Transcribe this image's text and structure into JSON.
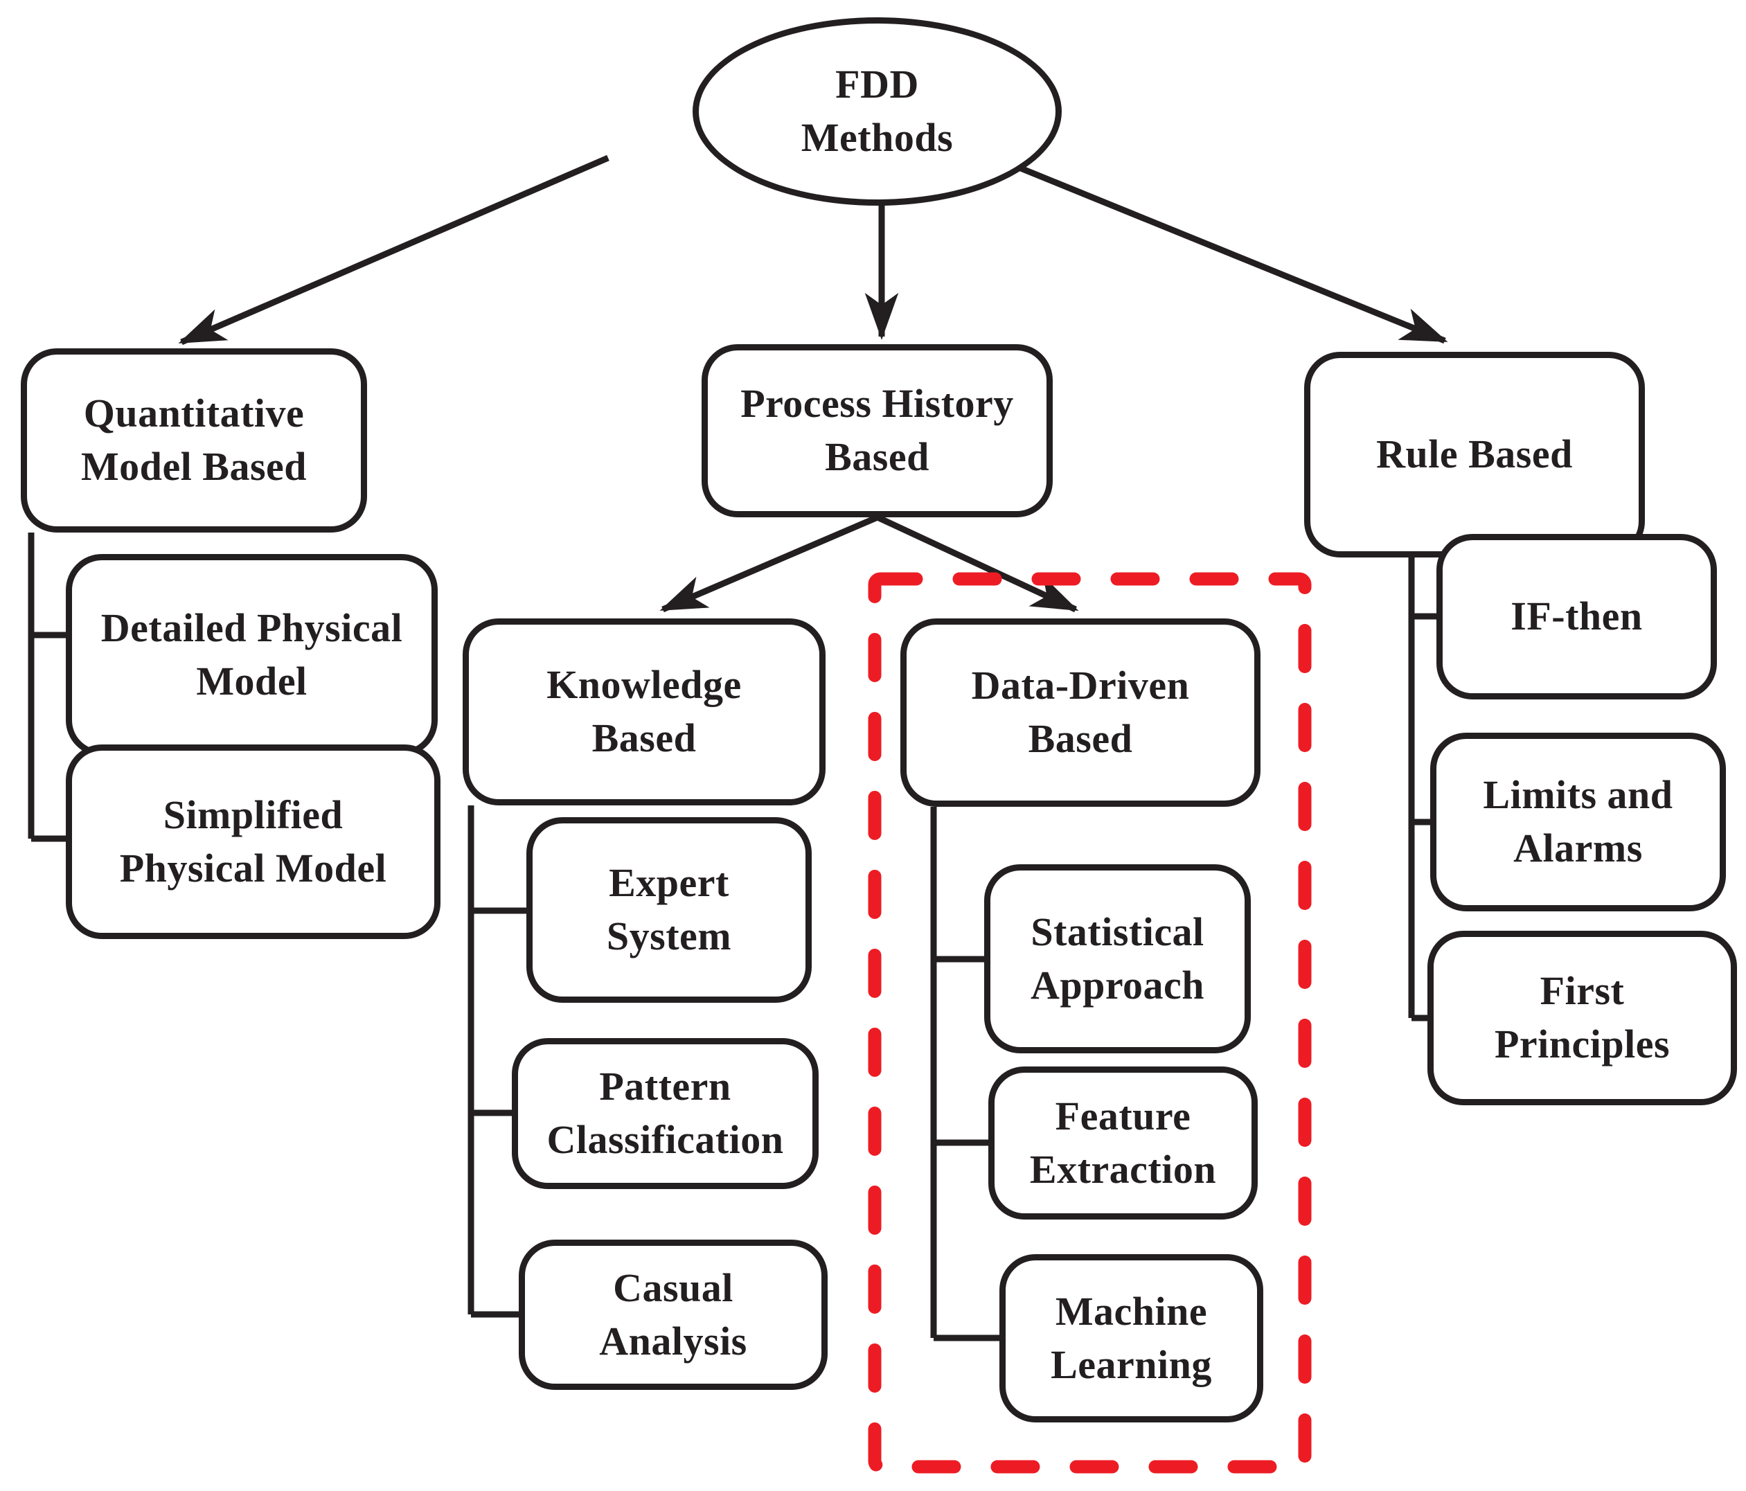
{
  "diagram": {
    "title": "FDD Methods taxonomy flowchart",
    "root": {
      "label": "FDD\nMethods"
    },
    "level1": [
      {
        "label": "Quantitative\nModel Based",
        "children": [
          {
            "label": "Detailed Physical\nModel"
          },
          {
            "label": "Simplified\nPhysical Model"
          }
        ]
      },
      {
        "label": "Process History\nBased",
        "children": [
          {
            "label": "Knowledge\nBased",
            "children": [
              {
                "label": "Expert\nSystem"
              },
              {
                "label": "Pattern\nClassification"
              },
              {
                "label": "Casual\nAnalysis"
              }
            ]
          },
          {
            "label": "Data-Driven\nBased",
            "children": [
              {
                "label": "Statistical\nApproach"
              },
              {
                "label": "Feature\nExtraction"
              },
              {
                "label": "Machine\nLearning"
              }
            ]
          }
        ]
      },
      {
        "label": "Rule Based",
        "children": [
          {
            "label": "IF-then"
          },
          {
            "label": "Limits and\nAlarms"
          },
          {
            "label": "First\nPrinciples"
          }
        ]
      }
    ],
    "highlighted_group": "Data-Driven Based",
    "colors": {
      "outline": "#231f20",
      "node_fill": "#ffffff",
      "highlight_dash": "#ed1c24",
      "background": "#ffffff"
    }
  }
}
